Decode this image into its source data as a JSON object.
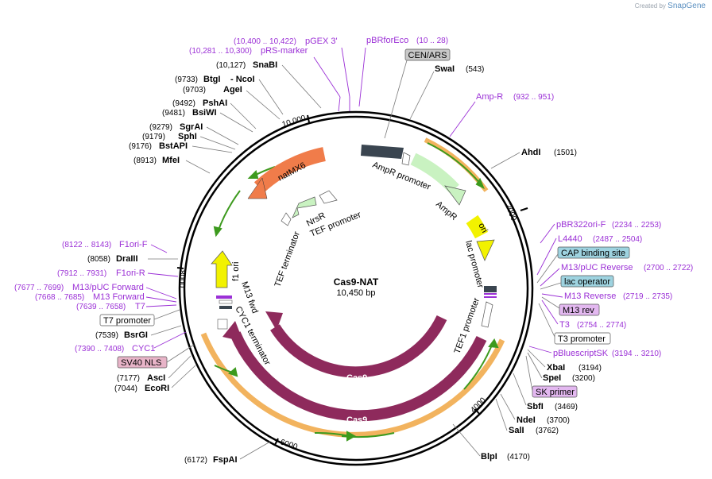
{
  "credit": {
    "prefix": "Created by",
    "brand": "SnapGene"
  },
  "plasmid": {
    "name": "Cas9-NAT",
    "length": "10,450 bp"
  },
  "ticks": [
    "2000",
    "4000",
    "6000",
    "8000",
    "10,000"
  ],
  "features": {
    "cas9_inner": "Cas9",
    "cas9_outer": "Cas9",
    "natmx6": "natMX6",
    "nrsr": "NrsR",
    "ampr": "AmpR",
    "ampr_promoter": "AmpR promoter",
    "ori": "ori",
    "lac_promoter": "lac promoter",
    "tef1_promoter": "TEF1 promoter",
    "f1_ori": "f1 ori",
    "m13_fwd": "M13 fwd",
    "cyc1_terminator": "CYC1 terminator",
    "tef_terminator": "TEF terminator",
    "tef_promoter": "TEF promoter"
  },
  "boxes": {
    "cen_ars": "CEN/ARS",
    "cap": "CAP binding site",
    "lac_operator": "lac operator",
    "m13rev": "M13 rev",
    "t3prom": "T3 promoter",
    "skprimer": "SK primer",
    "t7prom": "T7 promoter",
    "sv40": "SV40 NLS"
  },
  "primers_top": [
    {
      "name": "pGEX 3'",
      "range": "(10,400 .. 10,422)"
    },
    {
      "name": "pBRforEco",
      "range": "(10 .. 28)"
    },
    {
      "name": "pRS-marker",
      "range": "(10,281 .. 10,300)"
    }
  ],
  "right_labels": {
    "swai": {
      "name": "SwaI",
      "pos": "(543)"
    },
    "ampr_primer": {
      "name": "Amp-R",
      "range": "(932 .. 951)"
    },
    "ahdi": {
      "name": "AhdI",
      "pos": "(1501)"
    },
    "pbr322": {
      "name": "pBR322ori-F",
      "range": "(2234 .. 2253)"
    },
    "l4440": {
      "name": "L4440",
      "range": "(2487 .. 2504)"
    },
    "m13puc_rev": {
      "name": "M13/pUC Reverse",
      "range": "(2700 .. 2722)"
    },
    "m13_reverse": {
      "name": "M13 Reverse",
      "range": "(2719 .. 2735)"
    },
    "t3": {
      "name": "T3",
      "range": "(2754 .. 2774)"
    },
    "pbluescriptsk": {
      "name": "pBluescriptSK",
      "range": "(3194 .. 3210)"
    },
    "xbai": {
      "name": "XbaI",
      "pos": "(3194)"
    },
    "spei": {
      "name": "SpeI",
      "pos": "(3200)"
    },
    "sbfi": {
      "name": "SbfI",
      "pos": "(3469)"
    },
    "ndei": {
      "name": "NdeI",
      "pos": "(3700)"
    },
    "sali": {
      "name": "SalI",
      "pos": "(3762)"
    },
    "blpi": {
      "name": "BlpI",
      "pos": "(4170)"
    }
  },
  "left_labels": {
    "snabi": {
      "pos": "(10,127)",
      "name": "SnaBI"
    },
    "btgi": {
      "pos": "(9733)",
      "name": "BtgI",
      "name2": "- NcoI"
    },
    "agei": {
      "pos": "(9703)",
      "name": "AgeI"
    },
    "pshai": {
      "pos": "(9492)",
      "name": "PshAI"
    },
    "bsiwi": {
      "pos": "(9481)",
      "name": "BsiWI"
    },
    "sgrai": {
      "pos": "(9279)",
      "name": "SgrAI"
    },
    "sphi": {
      "pos": "(9179)",
      "name": "SphI"
    },
    "bstapi": {
      "pos": "(9176)",
      "name": "BstAPI"
    },
    "mfei": {
      "pos": "(8913)",
      "name": "MfeI"
    },
    "f1ori_f": {
      "range": "(8122 .. 8143)",
      "name": "F1ori-F"
    },
    "draiii": {
      "pos": "(8058)",
      "name": "DraIII"
    },
    "f1ori_r": {
      "range": "(7912 .. 7931)",
      "name": "F1ori-R"
    },
    "m13puc_fwd": {
      "range": "(7677 .. 7699)",
      "name": "M13/pUC Forward"
    },
    "m13_forward": {
      "range": "(7668 .. 7685)",
      "name": "M13 Forward"
    },
    "t7": {
      "range": "(7639 .. 7658)",
      "name": "T7"
    },
    "bsrgi": {
      "pos": "(7539)",
      "name": "BsrGI"
    },
    "cyc1": {
      "range": "(7390 .. 7408)",
      "name": "CYC1"
    },
    "asci": {
      "pos": "(7177)",
      "name": "AscI"
    },
    "ecori": {
      "pos": "(7044)",
      "name": "EcoRI"
    },
    "fspai": {
      "pos": "(6172)",
      "name": "FspAI"
    }
  },
  "colors": {
    "backbone": "#000000",
    "cas9": "#8e2a5c",
    "natmx6": "#f07c4a",
    "nrsr": "#c9f2c1",
    "ampr": "#c9f2c1",
    "ori": "#f2f200",
    "f1ori": "#f2f200",
    "orf_band": "#f2b35e",
    "orf_arrow": "#3d9a1e",
    "primer": "#9b30d6",
    "cen_ars": "#c8c8c8",
    "promoter_dark": "#3a4550",
    "cap_box": "#9ed3e0",
    "m13rev_box": "#e3b8f0",
    "sv40_box": "#e8b4c8"
  }
}
